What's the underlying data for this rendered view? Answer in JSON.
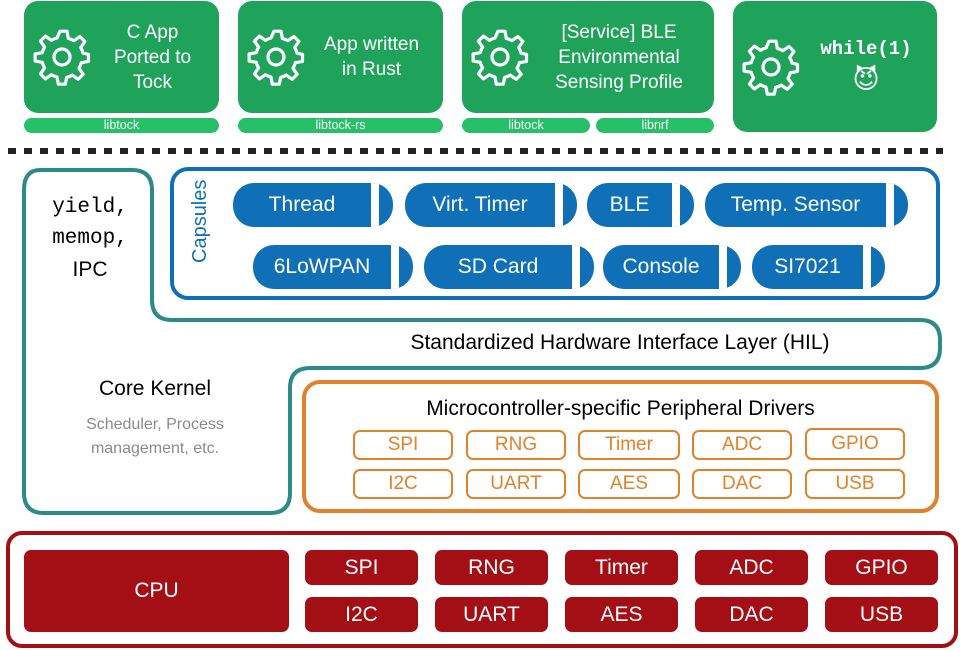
{
  "apps": [
    {
      "lines": [
        "C App",
        "Ported to",
        "Tock"
      ],
      "icon": "gear-icon"
    },
    {
      "lines": [
        "App written",
        "in Rust"
      ],
      "icon": "gear-icon"
    },
    {
      "lines": [
        "[Service] BLE",
        "Environmental",
        "Sensing Profile"
      ],
      "icon": "gear-icon"
    },
    {
      "code": "while(1)",
      "emoji": "😈",
      "icon": "gear-icon"
    }
  ],
  "libs": [
    "libtock",
    "libtock-rs",
    "libtock",
    "libnrf"
  ],
  "syscalls": {
    "line1": "yield,",
    "line2": "memop,",
    "line3": "IPC"
  },
  "capsules": {
    "title": "Capsules",
    "row1": [
      "Thread",
      "Virt. Timer",
      "BLE",
      "Temp. Sensor"
    ],
    "row2": [
      "6LoWPAN",
      "SD Card",
      "Console",
      "SI7021"
    ]
  },
  "hil": "Standardized Hardware Interface Layer (HIL)",
  "core": {
    "title": "Core Kernel",
    "sub1": "Scheduler, Process",
    "sub2": "management, etc."
  },
  "drivers": {
    "title": "Microcontroller-specific Peripheral Drivers",
    "row1": [
      "SPI",
      "RNG",
      "Timer",
      "ADC",
      "GPIO"
    ],
    "row2": [
      "I2C",
      "UART",
      "AES",
      "DAC",
      "USB"
    ]
  },
  "hardware": {
    "cpu": "CPU",
    "row1": [
      "SPI",
      "RNG",
      "Timer",
      "ADC",
      "GPIO"
    ],
    "row2": [
      "I2C",
      "UART",
      "AES",
      "DAC",
      "USB"
    ]
  },
  "colors": {
    "app": "#1fa35a",
    "lib": "#27c068",
    "kernel": "#2a8b88",
    "capsule": "#0f70b7",
    "driver": "#e0822a",
    "hardware": "#a30f14"
  }
}
